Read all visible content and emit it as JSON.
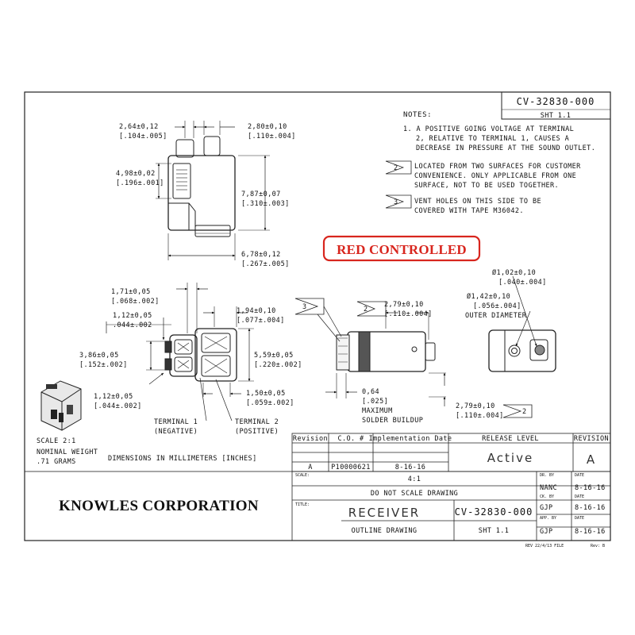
{
  "doc_number": "CV-32830-000",
  "sheet": "SHT 1.1",
  "notes": {
    "heading": "NOTES:",
    "n1": [
      "1. A POSITIVE GOING VOLTAGE AT TERMINAL",
      "2, RELATIVE TO TERMINAL 1, CAUSES A",
      "DECREASE IN PRESSURE AT THE SOUND OUTLET."
    ],
    "n2_marker": "2",
    "n2": [
      "LOCATED FROM TWO SURFACES FOR CUSTOMER",
      "CONVENIENCE.  ONLY APPLICABLE FROM ONE",
      "SURFACE, NOT TO BE USED TOGETHER."
    ],
    "n3_marker": "3",
    "n3": [
      "VENT HOLES ON THIS SIDE TO BE",
      "COVERED WITH TAPE M36042."
    ]
  },
  "stamp": "RED CONTROLLED",
  "top_view": {
    "d1": [
      "2,64±0,12",
      "[.104±.005]"
    ],
    "d2": [
      "2,80±0,10",
      "[.110±.004]"
    ],
    "d3": [
      "4,98±0,02",
      "[.196±.001]"
    ],
    "d4": [
      "7,87±0,07",
      "[.310±.003]"
    ],
    "d5": [
      "6,78±0,12",
      "[.267±.005]"
    ]
  },
  "front_view": {
    "d1": [
      "1,71±0,05",
      "[.068±.002]"
    ],
    "d2": [
      "1,12±0,05",
      ".044±.002"
    ],
    "d3": [
      "1,94±0,10",
      "[.077±.004]"
    ],
    "d4": [
      "3,86±0,05",
      "[.152±.002]"
    ],
    "d5": [
      "5,59±0,05",
      "[.220±.002]"
    ],
    "d6": [
      "1,12±0,05",
      "[.044±.002]"
    ],
    "d7": [
      "1,50±0,05",
      "[.059±.002]"
    ],
    "terminal1": [
      "TERMINAL 1",
      "(NEGATIVE)"
    ],
    "terminal2": [
      "TERMINAL 2",
      "(POSITIVE)"
    ]
  },
  "side_view": {
    "marker3": "3",
    "marker2": "2",
    "d1": [
      "2,79±0,10",
      "[.110±.004]"
    ],
    "d2": [
      "0,64",
      "[.025]",
      "MAXIMUM",
      "SOLDER BUILDUP"
    ],
    "d3": [
      "2,79±0,10",
      "[.110±.004]"
    ],
    "marker2b": "2"
  },
  "end_view": {
    "d1": [
      "Ø1,02±0,10",
      "[.040±.004]"
    ],
    "d2": [
      "Ø1,42±0,10",
      "[.056±.004]",
      "OUTER DIAMETER"
    ]
  },
  "left_info": {
    "scale": "SCALE  2:1",
    "weight": [
      "NOMINAL WEIGHT",
      ".71 GRAMS"
    ],
    "dims": "DIMENSIONS IN MILLIMETERS [INCHES]"
  },
  "revision_table": {
    "headers": [
      "Revision",
      "C.O. #",
      "Implementation Date"
    ],
    "row": [
      "A",
      "P10000621",
      "8-16-16"
    ]
  },
  "release": {
    "label": "RELEASE LEVEL",
    "value": "Active",
    "rev_label": "REVISION",
    "rev_value": "A"
  },
  "title_block": {
    "scale_label": "SCALE:",
    "scale_value": "4:1",
    "note": "DO NOT SCALE DRAWING",
    "title_label": "TITLE:",
    "title": "RECEIVER",
    "subtitle": "OUTLINE DRAWING",
    "doc_number": "CV-32830-000",
    "sheet": "SHT 1.1",
    "company": "KNOWLES CORPORATION",
    "footer_left": "REV 22/4/13 FILE",
    "footer_right": "Rev: B"
  },
  "signoffs": [
    {
      "label": "DR. BY",
      "date_label": "DATE",
      "name": "NANC",
      "date": "8-16-16"
    },
    {
      "label": "CK. BY",
      "date_label": "DATE",
      "name": "GJP",
      "date": "8-16-16"
    },
    {
      "label": "APP. BY",
      "date_label": "DATE",
      "name": "GJP",
      "date": "8-16-16"
    }
  ]
}
